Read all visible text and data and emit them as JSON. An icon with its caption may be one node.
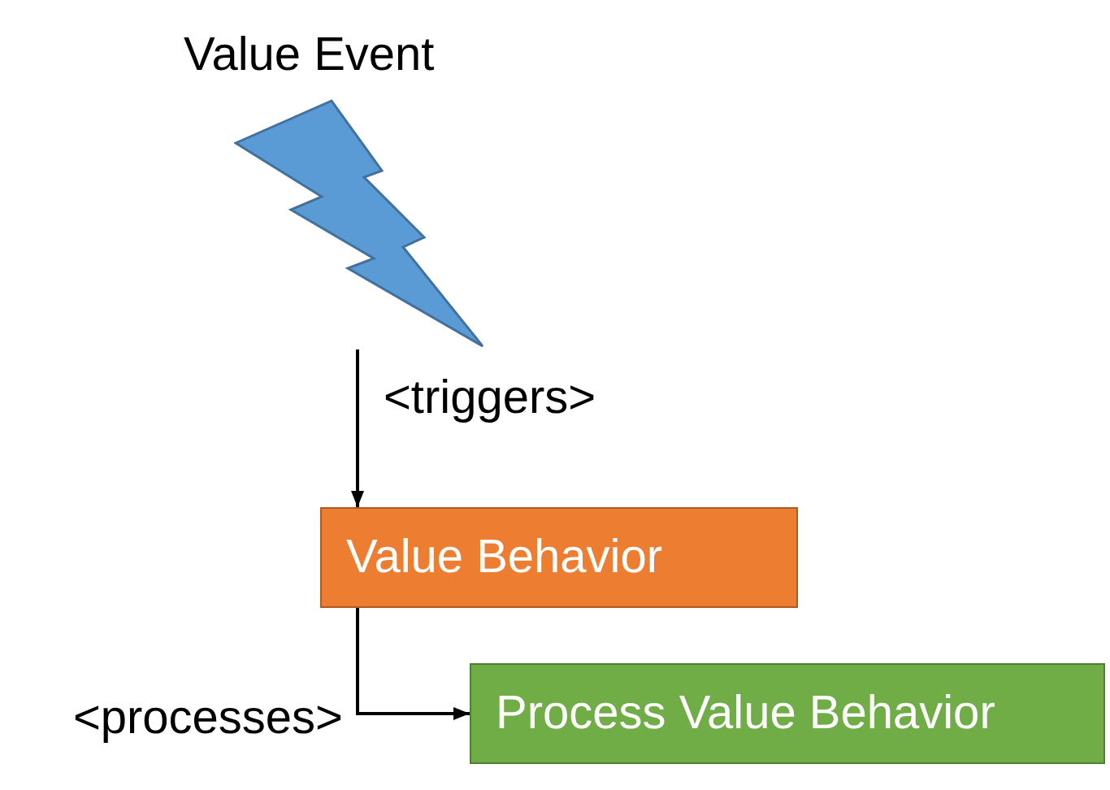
{
  "diagram": {
    "nodes": [
      {
        "text": [
          "Value Event"
        ]
      },
      {
        "text": [
          "Value Behavior"
        ]
      },
      {
        "text": [
          "Process Value Behavior"
        ]
      }
    ],
    "edges": [
      {
        "from": 0,
        "to": 1,
        "arrow": "to",
        "label": "<triggers>"
      },
      {
        "from": 1,
        "to": 2,
        "arrow": "to",
        "label": "<processes>"
      }
    ]
  }
}
